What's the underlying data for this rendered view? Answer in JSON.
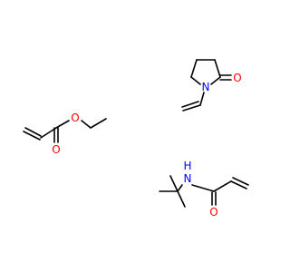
{
  "molecules": [
    {
      "id": "vinylpyrrolidone",
      "atoms": [
        {
          "id": "N1",
          "label": "N",
          "color": "#0000ff"
        },
        {
          "id": "O1",
          "label": "O",
          "color": "#ff0000"
        }
      ]
    },
    {
      "id": "ethyl-acrylate",
      "atoms": [
        {
          "id": "O2",
          "label": "O",
          "color": "#ff0000"
        },
        {
          "id": "O3",
          "label": "O",
          "color": "#ff0000"
        }
      ]
    },
    {
      "id": "tert-butylacrylamide",
      "atoms": [
        {
          "id": "N2",
          "label": "N",
          "color": "#0000ff"
        },
        {
          "id": "H1",
          "label": "H",
          "color": "#0000ff"
        },
        {
          "id": "O4",
          "label": "O",
          "color": "#ff0000"
        }
      ]
    }
  ],
  "colors": {
    "bond": "#000000",
    "nitrogen": "#0000ff",
    "oxygen": "#ff0000",
    "background": "#ffffff"
  }
}
